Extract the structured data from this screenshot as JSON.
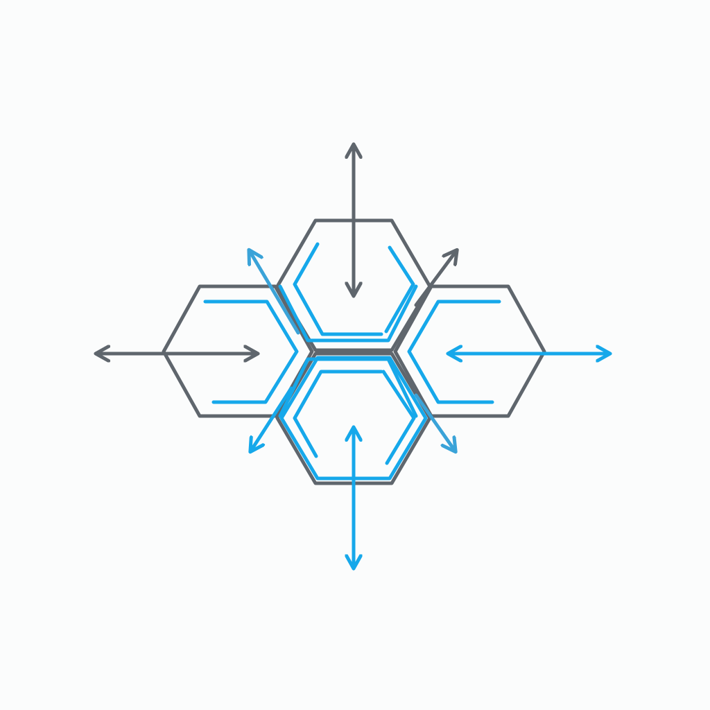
{
  "diagram": {
    "type": "hexagon-cluster-with-outward-arrows",
    "colors": {
      "background": "#fbfcfc",
      "primary_outline": "#5f666d",
      "accent_line": "#16a8ea",
      "accent_soft": "#3aa3d8"
    },
    "nodes": [
      {
        "id": "hex-top",
        "label": "",
        "outline_color": "gray",
        "inner_bracket_color": "blue"
      },
      {
        "id": "hex-left",
        "label": "",
        "outline_color": "gray",
        "inner_bracket_color": "blue"
      },
      {
        "id": "hex-right",
        "label": "",
        "outline_color": "gray",
        "inner_bracket_color": "blue"
      },
      {
        "id": "hex-bottom",
        "label": "",
        "outline_color": "gray",
        "inner_bracket_color": "blue"
      }
    ],
    "arrows": [
      {
        "id": "arrow-top-vertical",
        "style": "double-headed",
        "color": "gray"
      },
      {
        "id": "arrow-left-horizontal",
        "style": "double-headed",
        "color": "gray"
      },
      {
        "id": "arrow-right-horizontal",
        "style": "double-headed",
        "color": "blue"
      },
      {
        "id": "arrow-bottom-vertical",
        "style": "double-headed",
        "color": "blue"
      },
      {
        "id": "arrow-upper-left-diagonal",
        "style": "single-headed",
        "color": "blue"
      },
      {
        "id": "arrow-upper-right-diagonal",
        "style": "single-headed",
        "color": "gray"
      },
      {
        "id": "arrow-lower-left-diagonal",
        "style": "single-headed",
        "color": "blue"
      },
      {
        "id": "arrow-lower-right-diagonal",
        "style": "single-headed",
        "color": "blue"
      }
    ]
  }
}
